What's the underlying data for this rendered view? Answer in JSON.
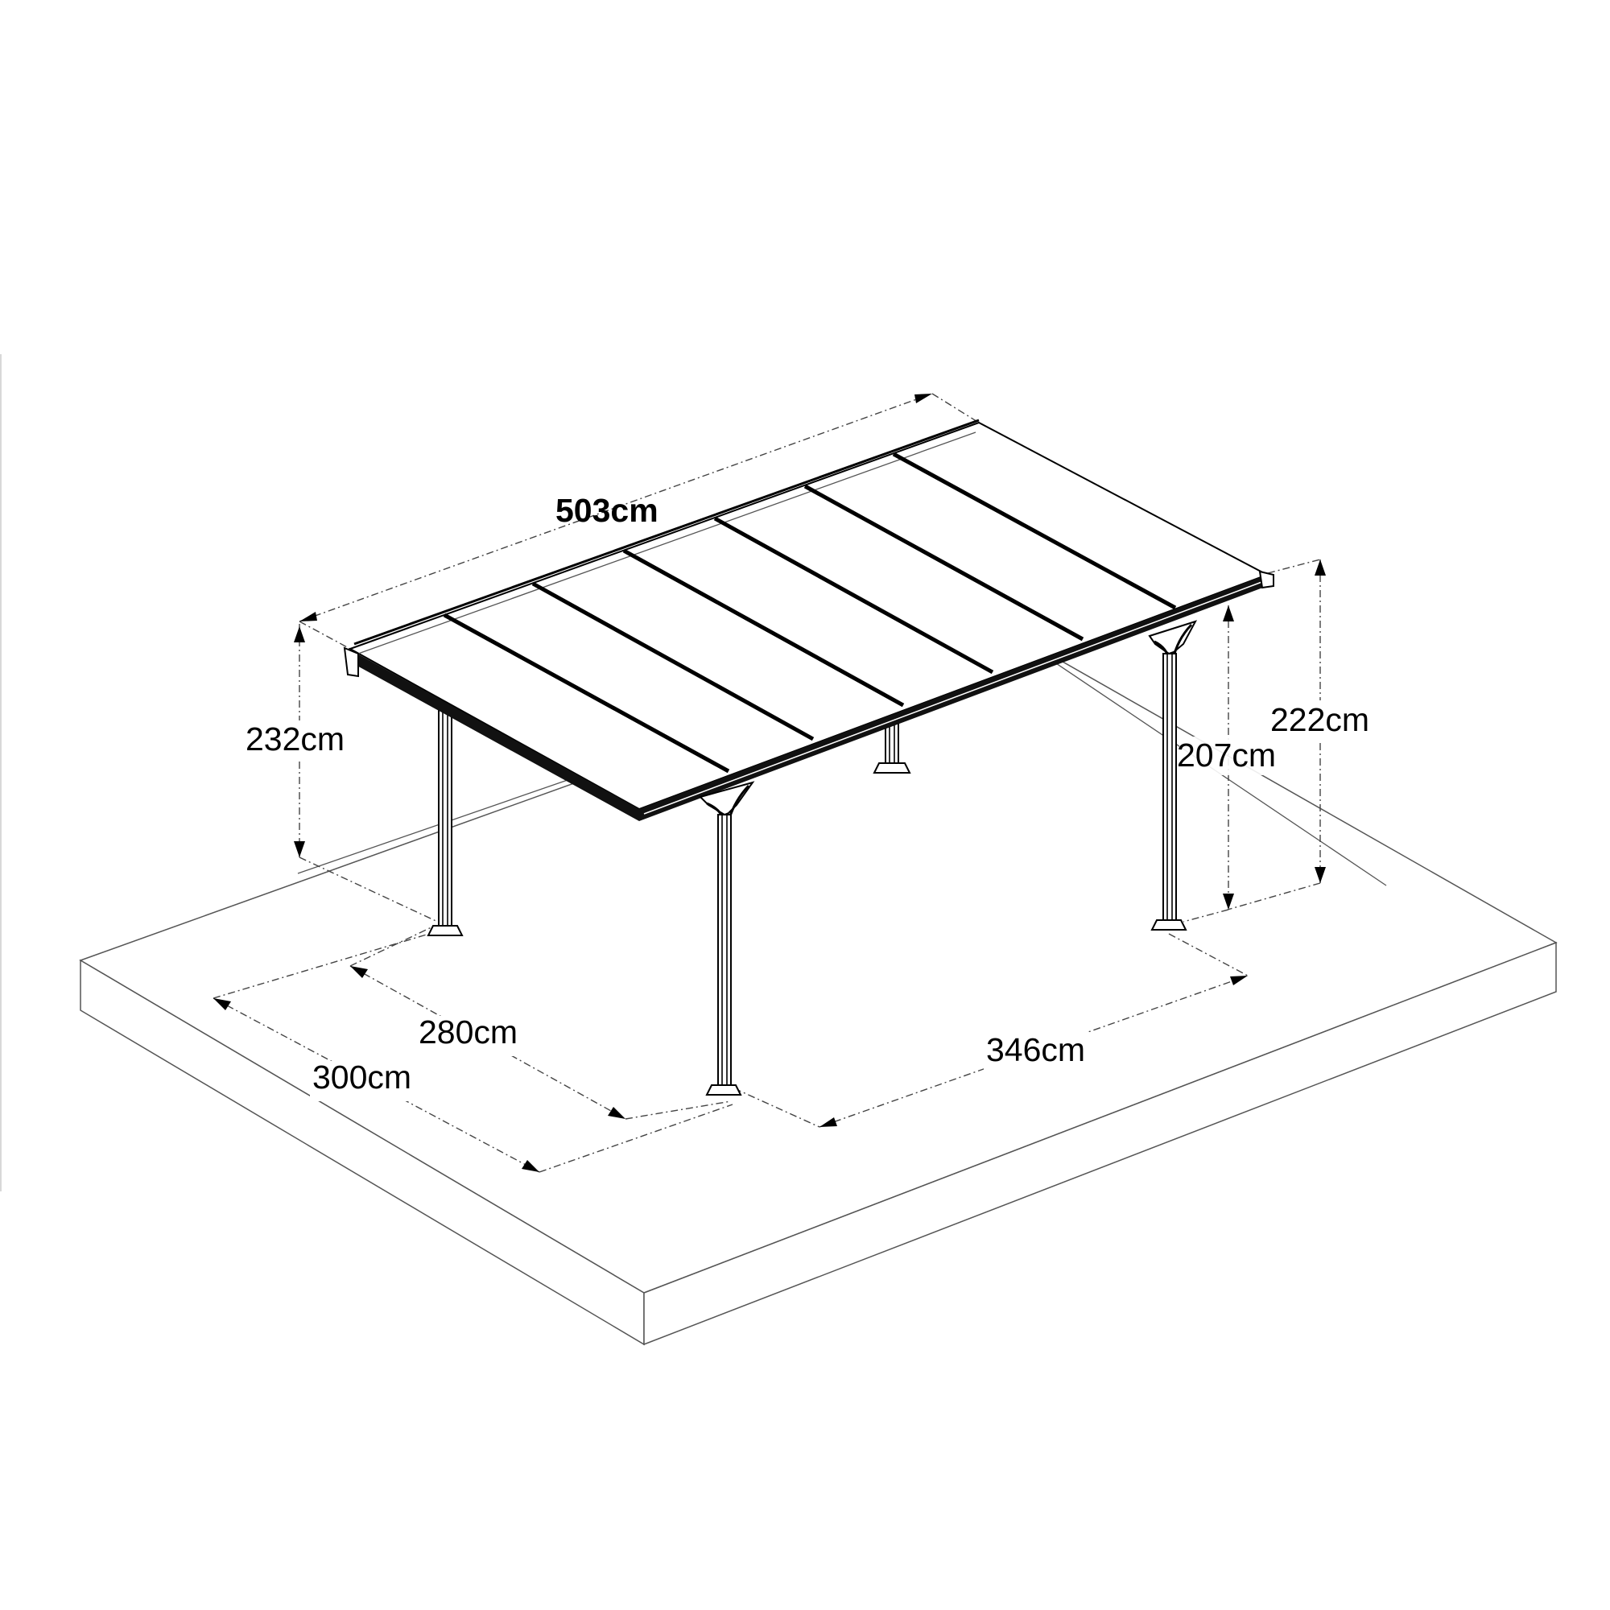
{
  "drawing": {
    "subject": "Carport / pergola with polycarbonate roof panels on concrete slab",
    "roof_panels": 7
  },
  "dimensions": {
    "length_top": "503cm",
    "height_back": "232cm",
    "height_front_outer": "222cm",
    "height_front_inner": "207cm",
    "depth_inner": "280cm",
    "depth_outer": "300cm",
    "post_span": "346cm"
  }
}
